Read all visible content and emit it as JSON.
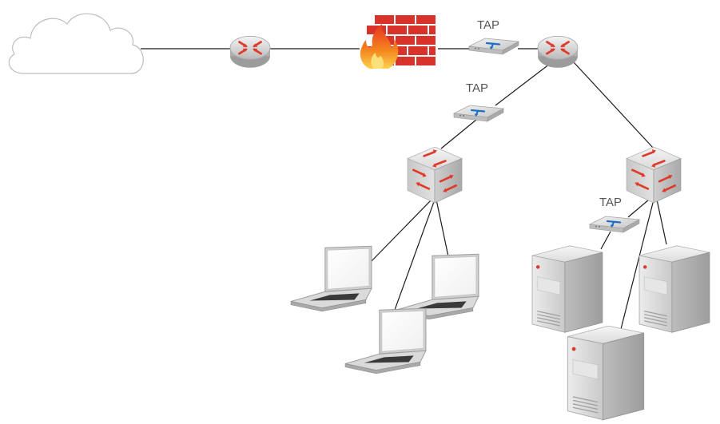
{
  "labels": {
    "tap_top": "TAP",
    "tap_middle": "TAP",
    "tap_right": "TAP"
  },
  "icons": {
    "cloud": "cloud-icon",
    "router": "router-icon",
    "firewall": "firewall-icon",
    "tap": "network-tap-icon",
    "switch": "switch-icon",
    "laptop": "laptop-icon",
    "server": "server-icon"
  },
  "colors": {
    "link": "#1a1a1a",
    "router_arrows": "#e03a2a",
    "tap_arrow": "#1d6fc4",
    "brick": "#d8332a",
    "flame": "#f39a1e",
    "device_gray": "#bfbfbf"
  }
}
